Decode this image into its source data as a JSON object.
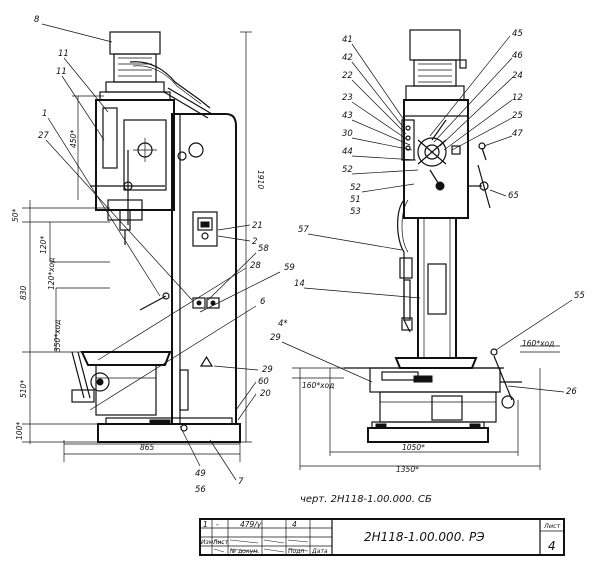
{
  "left_view": {
    "callouts": [
      "8",
      "11",
      "11",
      "1",
      "27",
      "21",
      "2",
      "58",
      "28",
      "59",
      "6",
      "29",
      "60",
      "20",
      "49",
      "56",
      "7"
    ],
    "dims": [
      "50*",
      "120*",
      "450*",
      "1910",
      "120*ход",
      "830",
      "350*ход",
      "510*",
      "100*",
      "865"
    ]
  },
  "right_view": {
    "callouts": [
      "41",
      "42",
      "22",
      "23",
      "43",
      "30",
      "44",
      "52",
      "52",
      "51",
      "53",
      "45",
      "46",
      "24",
      "12",
      "25",
      "47",
      "65",
      "57",
      "14",
      "55",
      "26",
      "29",
      "4*"
    ],
    "dims": [
      "160*ход",
      "160*ход",
      "1050*",
      "1350*"
    ]
  },
  "drawing_ref": "черт. 2Н118-1.00.000. СБ",
  "title_block": {
    "designation": "2Н118-1.00.000. РЭ",
    "sheet_label": "Лист",
    "sheet_number": "4",
    "grid": [
      "1",
      "-",
      "479/у",
      "4",
      "",
      "",
      "Изм",
      "Лист",
      "№ докум.",
      "Подп",
      "Дата"
    ]
  }
}
